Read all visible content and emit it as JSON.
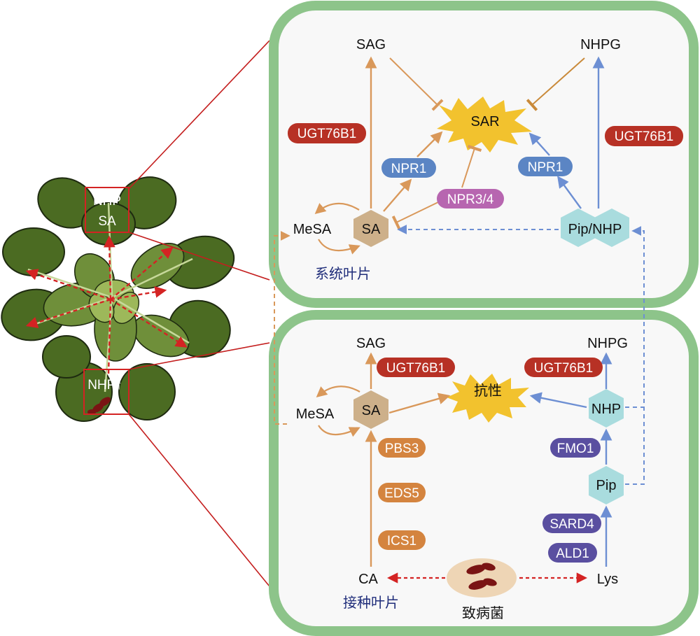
{
  "plant": {
    "top_box_line1": "NHP",
    "top_box_line2": "SA",
    "bottom_box_label": "NHP↑"
  },
  "systemic_leaf": {
    "caption": "系统叶片",
    "sag": "SAG",
    "nhpg": "NHPG",
    "sar": "SAR",
    "ugt_left": "UGT76B1",
    "ugt_right": "UGT76B1",
    "npr1_left": "NPR1",
    "npr1_right": "NPR1",
    "npr34": "NPR3/4",
    "mesa": "MeSA",
    "sa": "SA",
    "pip_nhp": "Pip/NHP"
  },
  "inoculated_leaf": {
    "caption": "接种叶片",
    "sag": "SAG",
    "nhpg": "NHPG",
    "ugt_left": "UGT76B1",
    "ugt_right": "UGT76B1",
    "resistance": "抗性",
    "mesa": "MeSA",
    "sa": "SA",
    "nhp": "NHP",
    "pip": "Pip",
    "pbs3": "PBS3",
    "eds5": "EDS5",
    "ics1": "ICS1",
    "fmo1": "FMO1",
    "sard4": "SARD4",
    "ald1": "ALD1",
    "ca": "CA",
    "lys": "Lys",
    "pathogen": "致病菌"
  },
  "colors": {
    "panel_border": "#8dc48a",
    "panel_fill": "#f8f8f8",
    "sa_arrow": "#d9985a",
    "nhp_arrow": "#6d8fd3",
    "red_enzyme": "#b73125",
    "orange_enzyme": "#d4843f",
    "blue_enzyme": "#5b85c4",
    "purple_enzyme": "#5a4fa0",
    "npr34": "#b766b0",
    "sa_hex": "#cdb08a",
    "nhp_hex": "#a9dcde",
    "star": "#f2c22e",
    "red_dashed": "#d42323",
    "leaf_dark": "#3b5a1e",
    "caption": "#1f2d7a"
  }
}
